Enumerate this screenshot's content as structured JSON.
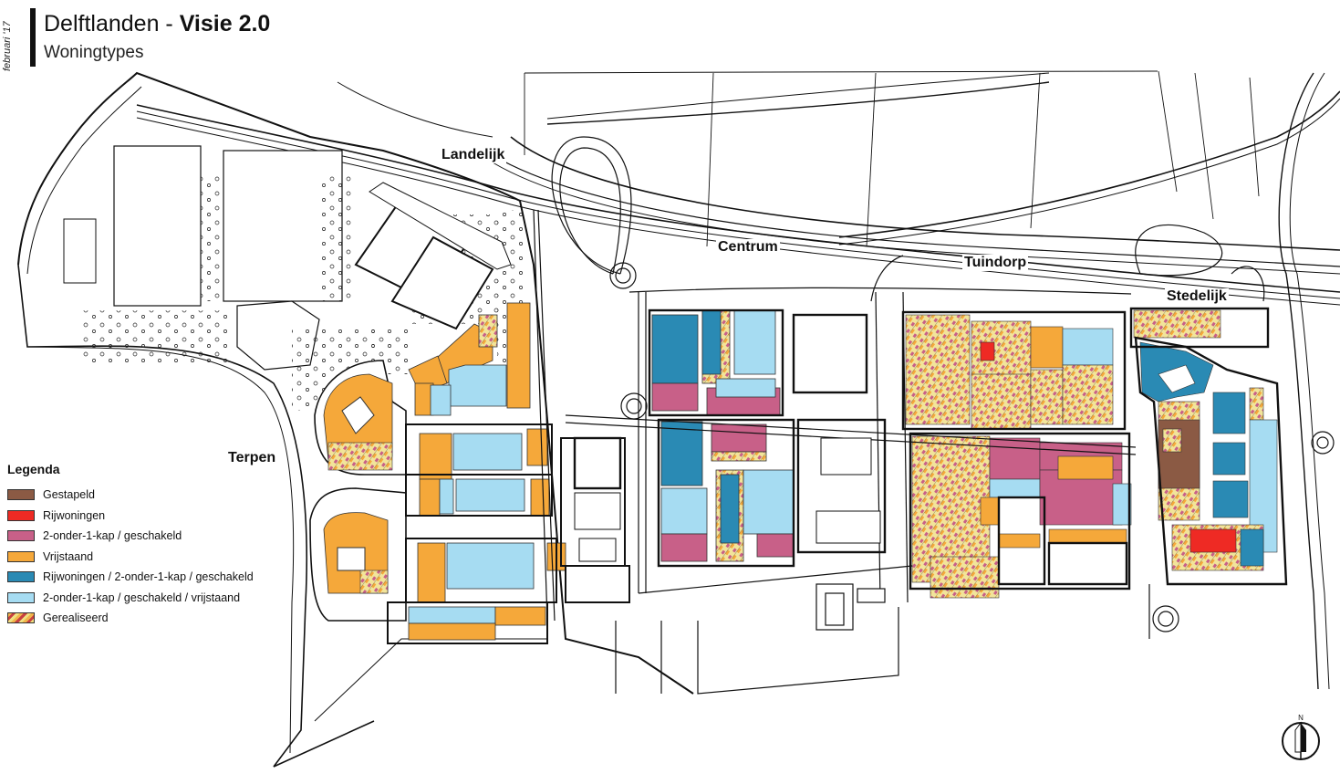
{
  "date": "februari '17",
  "title_part1": "Delftlanden - ",
  "title_part2": "Visie 2.0",
  "subtitle": "Woningtypes",
  "area_labels": {
    "landelijk": "Landelijk",
    "centrum": "Centrum",
    "tuindorp": "Tuindorp",
    "stedelijk": "Stedelijk",
    "terpen": "Terpen"
  },
  "legend": {
    "title": "Legenda",
    "items": [
      {
        "label": "Gestapeld",
        "color": "#8b5a44"
      },
      {
        "label": "Rijwoningen",
        "color": "#ee2a24"
      },
      {
        "label": "2-onder-1-kap / geschakeld",
        "color": "#c86088"
      },
      {
        "label": "Vrijstaand",
        "color": "#f5a83a"
      },
      {
        "label": "Rijwoningen / 2-onder-1-kap / geschakeld",
        "color": "#2a8ab4"
      },
      {
        "label": "2-onder-1-kap / geschakeld / vrijstaand",
        "color": "#a6dcf2"
      },
      {
        "label": "Gerealiseerd",
        "color": "hatch"
      }
    ]
  },
  "north_label": "N",
  "colors": {
    "gestapeld": "#8b5a44",
    "rijwoningen": "#ee2a24",
    "tweeonder": "#c86088",
    "vrijstaand": "#f5a83a",
    "mixed_dark": "#2a8ab4",
    "mixed_light": "#a6dcf2",
    "realized": "#f2e49a",
    "line": "#111111"
  }
}
